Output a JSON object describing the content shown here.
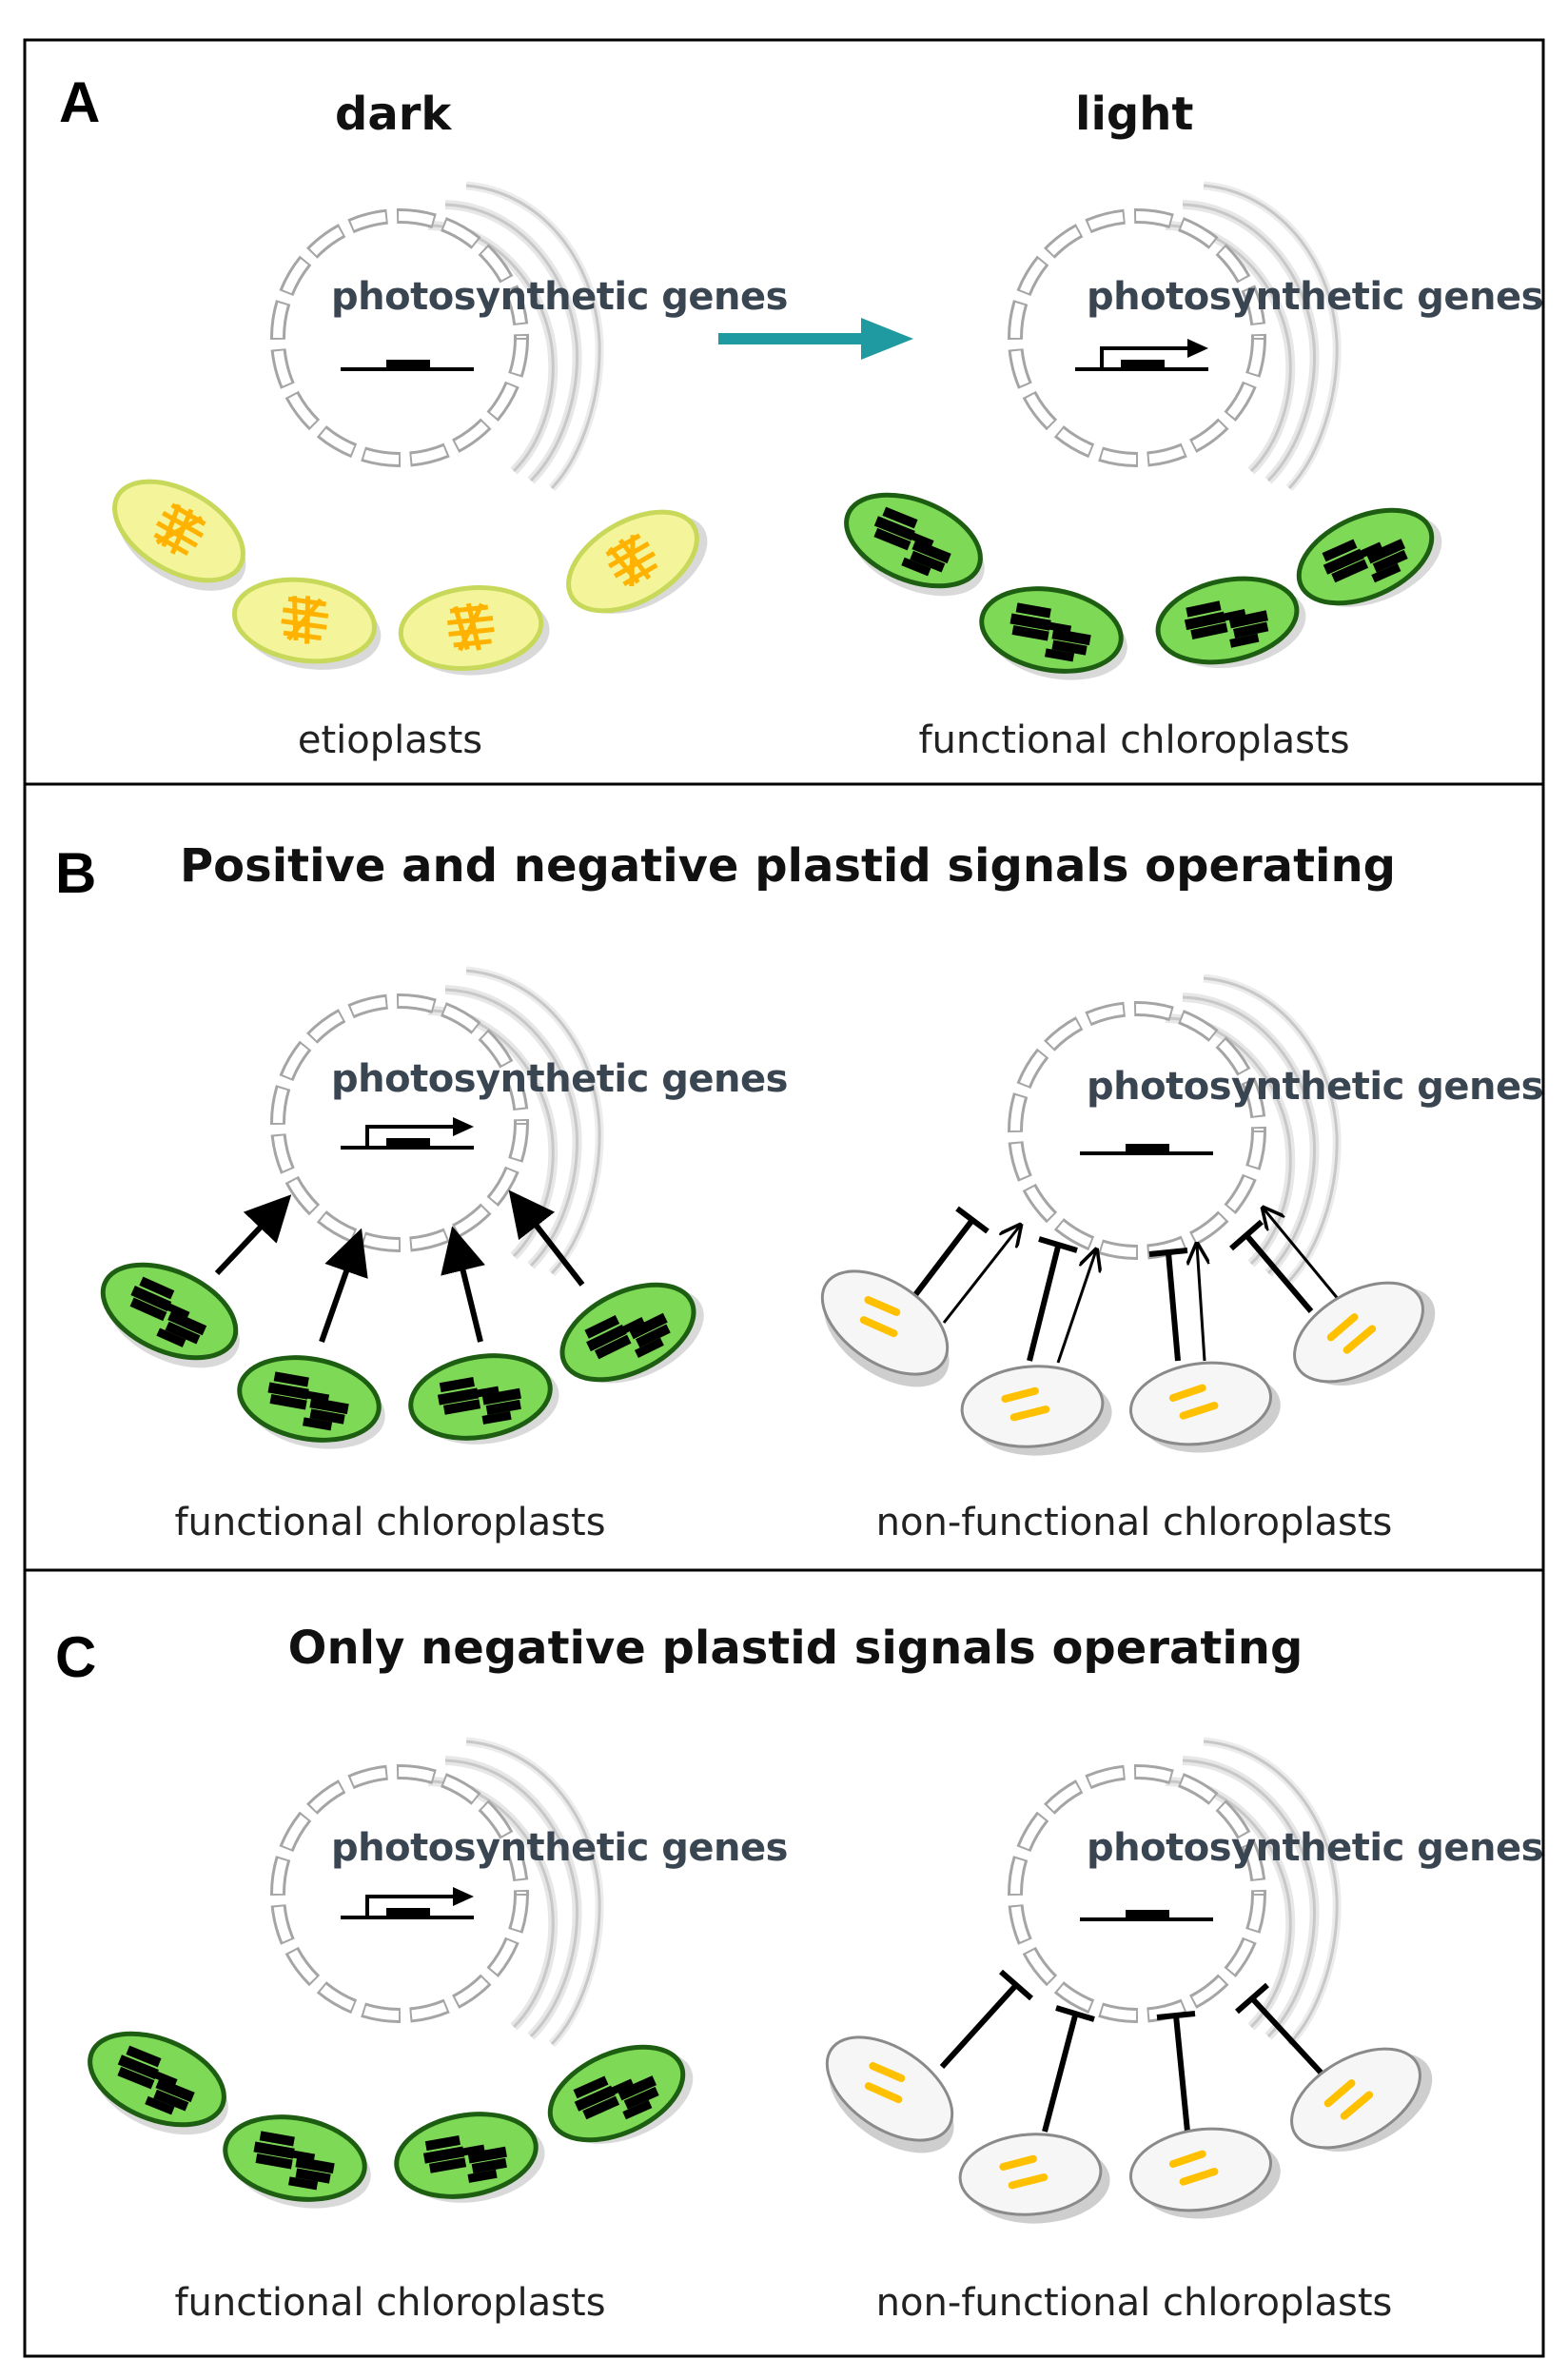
{
  "panels": [
    {
      "letter": "A",
      "left_label": "dark",
      "right_label": "light",
      "left_genes": "photosynthetic genes",
      "right_genes": "photosynthetic genes",
      "left_caption": "etioplasts",
      "right_caption": "functional chloroplasts"
    },
    {
      "letter": "B",
      "title": "Positive and negative plastid signals operating",
      "left_genes": "photosynthetic genes",
      "right_genes": "photosynthetic genes",
      "left_caption": "functional chloroplasts",
      "right_caption": "non-functional chloroplasts"
    },
    {
      "letter": "C",
      "title": "Only negative plastid signals operating",
      "left_genes": "photosynthetic genes",
      "right_genes": "photosynthetic genes",
      "left_caption": "functional chloroplasts",
      "right_caption": "non-functional chloroplasts"
    }
  ],
  "colors": {
    "transition_arrow": "#1f9aa0",
    "chloroplast_green": "#7ed957",
    "chloroplast_outline": "#1d5e12",
    "etioplast_yellow": "#f4f59a",
    "prolamellar_orange": "#ffb300",
    "pale_plastid_fill": "#f6f6f6",
    "pale_plastid_body": "#ffc000"
  }
}
